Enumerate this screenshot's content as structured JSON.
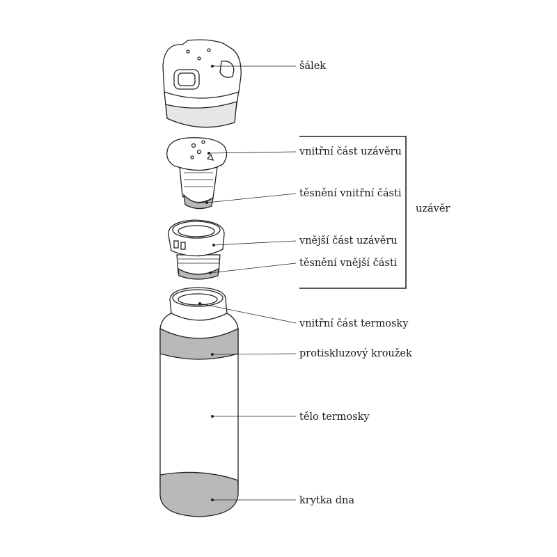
{
  "labels": {
    "cup": "šálek",
    "inner_lid": "vnitřní část uzávěru",
    "inner_seal": "těsnění vnitřní části",
    "lid_group": "uzávěr",
    "outer_lid": "vnější část uzávěru",
    "outer_seal": "těsnění vnější části",
    "inner_flask": "vnitřní část termosky",
    "grip_ring": "protiskluzový kroužek",
    "body": "tělo termosky",
    "bottom_cap": "krytka dna"
  },
  "colors": {
    "line": "#222222",
    "grey_part": "#b9b9b9",
    "light_grey": "#e6e6e6"
  }
}
